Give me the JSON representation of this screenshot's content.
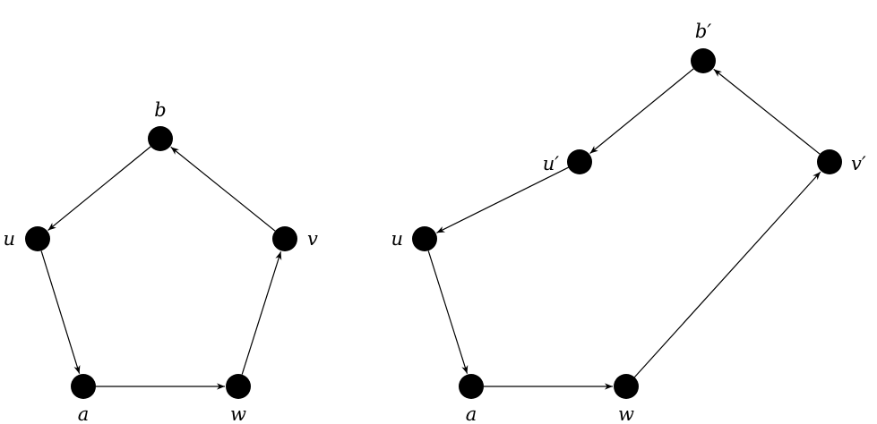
{
  "graphs": [
    {
      "nodes": [
        {
          "id": "b",
          "label": "b"
        },
        {
          "id": "u",
          "label": "u"
        },
        {
          "id": "v",
          "label": "v"
        },
        {
          "id": "a",
          "label": "a"
        },
        {
          "id": "w",
          "label": "w"
        }
      ],
      "edges": [
        {
          "from": "b",
          "to": "u"
        },
        {
          "from": "u",
          "to": "a"
        },
        {
          "from": "a",
          "to": "w"
        },
        {
          "from": "w",
          "to": "v"
        },
        {
          "from": "v",
          "to": "b"
        }
      ]
    },
    {
      "nodes": [
        {
          "id": "b2",
          "label": "b′"
        },
        {
          "id": "u2",
          "label": "u′"
        },
        {
          "id": "v2",
          "label": "v′"
        },
        {
          "id": "u",
          "label": "u"
        },
        {
          "id": "a",
          "label": "a"
        },
        {
          "id": "w",
          "label": "w"
        }
      ],
      "edges": [
        {
          "from": "b2",
          "to": "u2"
        },
        {
          "from": "u2",
          "to": "u"
        },
        {
          "from": "u",
          "to": "a"
        },
        {
          "from": "a",
          "to": "w"
        },
        {
          "from": "w",
          "to": "v2"
        },
        {
          "from": "v2",
          "to": "b2"
        }
      ]
    }
  ]
}
